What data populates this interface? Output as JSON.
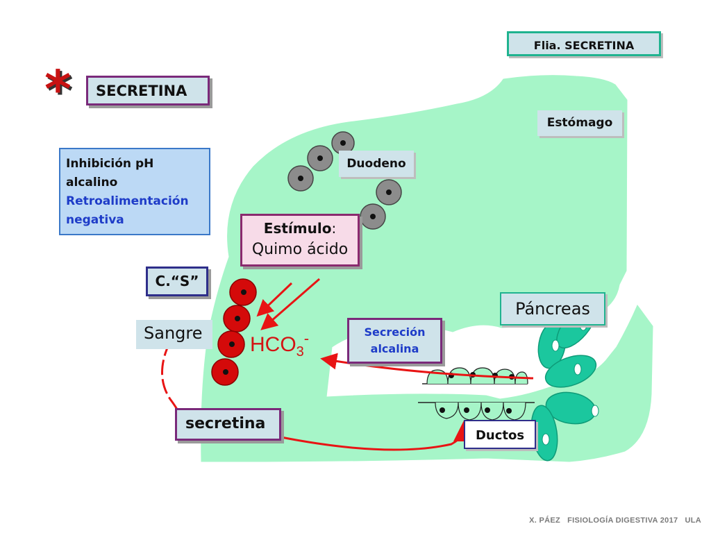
{
  "header_box": "Flia. SECRETINA",
  "title": "SECRETINA",
  "asterisk": "*",
  "info": {
    "line1": "Inhibición pH",
    "line2": "alcalino",
    "line3": "Retroalimentación",
    "line4": "negativa"
  },
  "stimulus": {
    "label": "Estímulo",
    "colon": ":",
    "value": "Quimo ácido"
  },
  "cells_s": "C.“S”",
  "blood": "Sangre",
  "hormone": "secretina",
  "bicarbonate": {
    "base": "HCO",
    "sub": "3",
    "sup": "-"
  },
  "secretion": {
    "line1": "Secreción",
    "line2": "alcalina"
  },
  "organs": {
    "stomach": "Estómago",
    "duodenum": "Duodeno",
    "pancreas": "Páncreas",
    "ducts": "Ductos"
  },
  "footer": "X. PÁEZ   FISIOLOGÍA DIGESTIVA 2017   ULA",
  "colors": {
    "tissue": "#a6f5c8",
    "acinus": "#1bc79e",
    "arrow": "#e81414",
    "s_cell": "#d40a0a",
    "duodenal_cell": "#8c8c8c",
    "box_border": "#7a2a7a",
    "info_fill": "#bcd9f5",
    "label_fill": "#cfe3ea"
  }
}
